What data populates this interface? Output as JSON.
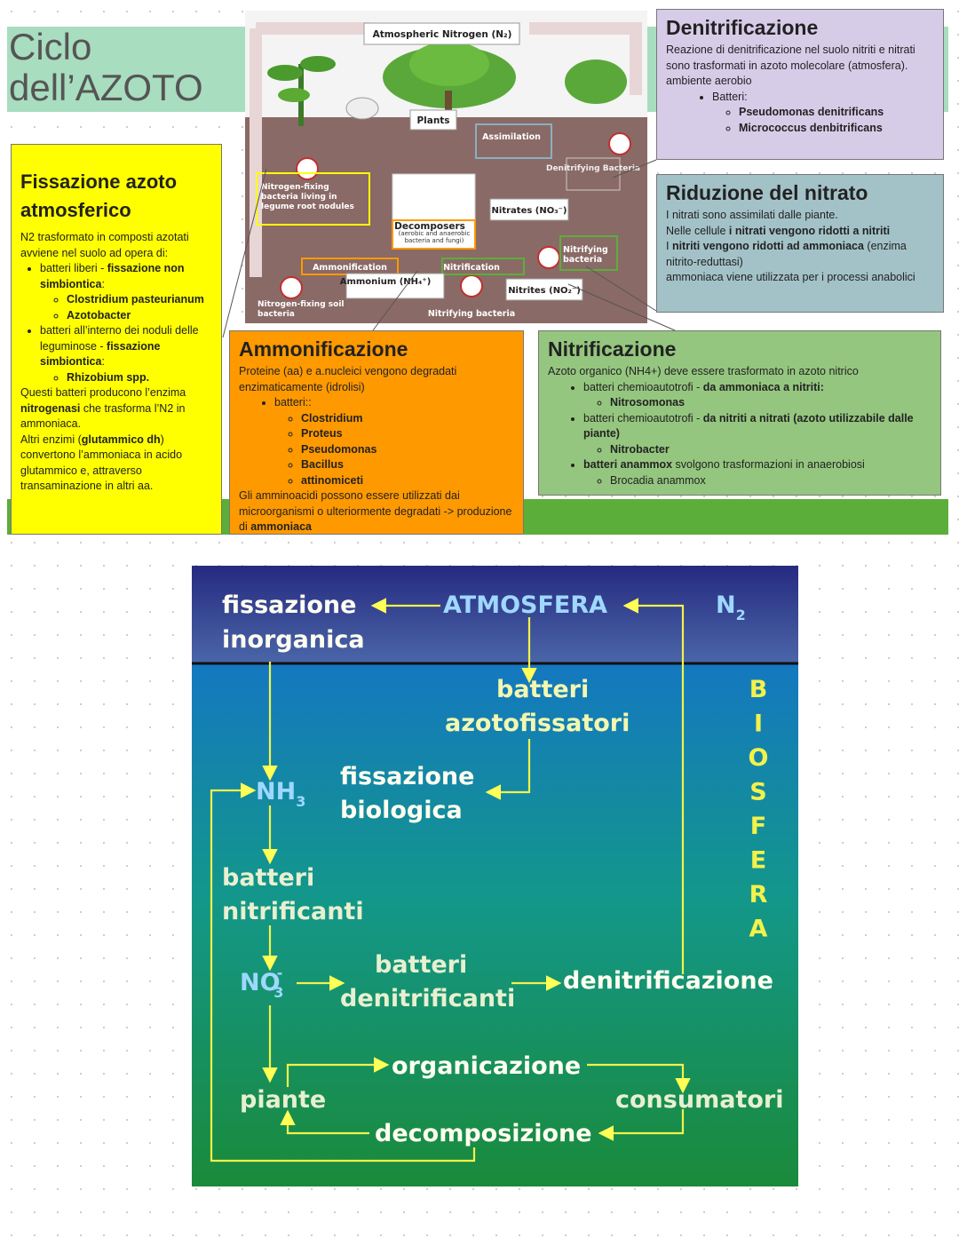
{
  "title": "Ciclo dell’AZOTO",
  "schema": {
    "atm": "Atmospheric Nitrogen (N₂)",
    "plants": "Plants",
    "assimilation": "Assimilation",
    "denitrifying": "Denitrifying Bacteria",
    "nfix_nodules": "Nitrogen-fixing bacteria living in legume root nodules",
    "decomposers": "Decomposers",
    "decomposers_sub": "(aerobic and anaerobic bacteria and fungi)",
    "nitrates": "Nitrates (NO₃⁻)",
    "ammonification": "Ammonification",
    "nitrification": "Nitrification",
    "nitrifying_bacteria_box": "Nitrifying bacteria",
    "ammonium": "Ammonium (NH₄⁺)",
    "nitrites": "Nitrites (NO₂⁻)",
    "soil_bacteria": "Nitrogen-fixing soil bacteria",
    "nitrifying_bacteria": "Nitrifying bacteria"
  },
  "fissazione": {
    "heading": "Fissazione azoto atmosferico",
    "intro": "N2 trasformato in composti azotati avviene nel suolo ad opera di:",
    "b1_pre": "batteri liberi - ",
    "b1_bold": "fissazione non simbiontica",
    "b1_post": ":",
    "b1_sub": [
      "Clostridium pasteurianum",
      "Azotobacter"
    ],
    "b2_pre": "batteri all’interno dei noduli delle leguminose - ",
    "b2_bold": "fissazione simbiontica",
    "b2_post": ":",
    "b2_sub": [
      "Rhizobium spp."
    ],
    "p1_pre": "Questi batteri producono l’enzima ",
    "p1_bold": "nitrogenasi",
    "p1_post": " che trasforma l’N2 in ammoniaca.",
    "p2_pre": "Altri enzimi (",
    "p2_bold": "glutammico dh",
    "p2_post": ") convertono l’ammoniaca in acido glutammico e, attraverso transaminazione in altri aa."
  },
  "ammonificazione": {
    "heading": "Ammonificazione",
    "intro": "Proteine (aa) e  a.nucleici vengono degradati enzimaticamente (idrolisi)",
    "bullet": "batteri::",
    "sub": [
      "Clostridium",
      "Proteus",
      "Pseudomonas",
      "Bacillus",
      "attinomiceti"
    ],
    "outro_pre": "Gli amminoacidi possono essere utilizzati dai microorganismi o ulteriormente degradati  -> produzione di ",
    "outro_bold": "ammoniaca"
  },
  "denitrificazione": {
    "heading": "Denitrificazione",
    "text": "Reazione di denitrificazione nel suolo nitriti e nitrati sono trasformati in azoto molecolare (atmosfera).",
    "env": "ambiente aerobio",
    "bullet": "Batteri:",
    "sub": [
      "Pseudomonas denitrificans",
      "Micrococcus denbitrificans"
    ]
  },
  "riduzione": {
    "heading": "Riduzione del nitrato",
    "l1": "I nitrati sono assimilati dalle piante.",
    "l2_pre": "Nelle cellule ",
    "l2_bold": "i nitrati vengono ridotti a nitriti",
    "l3_pre": "I ",
    "l3_bold": "nitriti vengono ridotti ad ammoniaca",
    "l3_post": " (enzima nitrito-reduttasi)",
    "l4": "ammoniaca viene utilizzata per i processi anabolici"
  },
  "nitrificazione": {
    "heading": "Nitrificazione",
    "intro": "Azoto organico  (NH4+) deve essere trasformato in azoto nitrico",
    "b1_pre": "batteri chemioautotrofi - ",
    "b1_bold": "da ammoniaca a nitriti:",
    "b1_sub": "Nitrosomonas",
    "b2_pre": "batteri chemioautotrofi - ",
    "b2_bold": "da nitriti a nitrati (azoto utilizzabile dalle piante)",
    "b2_sub": "Nitrobacter",
    "b3_bold": "batteri anammox",
    "b3_post": " svolgono trasformazioni in anaerobiosi",
    "b3_sub": "Brocadia anammox"
  },
  "ciclo": {
    "fissazione_inorganica_1": "fissazione",
    "fissazione_inorganica_2": "inorganica",
    "atmosfera": "ATMOSFERA",
    "n2": "N",
    "n2_sub": "2",
    "batteri_azoto_1": "batteri",
    "batteri_azoto_2": "azotofissatori",
    "nh3": "NH",
    "nh3_sub": "3",
    "fissazione_bio_1": "fissazione",
    "fissazione_bio_2": "biologica",
    "nitrificanti_1": "batteri",
    "nitrificanti_2": "nitrificanti",
    "no3": "NO",
    "no3_sub": "3",
    "no3_sup": "-",
    "denitrificanti_1": "batteri",
    "denitrificanti_2": "denitrificanti",
    "denitrificazione": "denitrificazione",
    "organicazione": "organicazione",
    "piante": "piante",
    "consumatori": "consumatori",
    "decomposizione": "decomposizione",
    "biosfera": [
      "B",
      "I",
      "O",
      "S",
      "F",
      "E",
      "R",
      "A"
    ]
  }
}
